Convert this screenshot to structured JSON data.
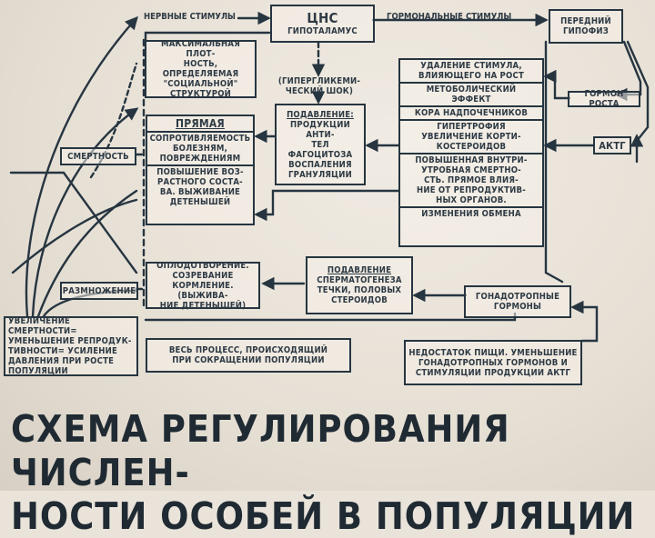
{
  "title": {
    "line1": "СХЕМА РЕГУЛИРОВАНИЯ ЧИСЛЕН-",
    "line2": "НОСТИ ОСОБЕЙ В ПОПУЛЯЦИИ"
  },
  "labels": {
    "nervous_stimuli": "НЕРВНЫЕ СТИМУЛЫ",
    "hormonal_stimuli": "ГОРМОНАЛЬНЫЕ СТИМУЛЫ",
    "mortality": "СМЕРТНОСТЬ",
    "reproduction": "РАЗМНОЖЕНИЕ"
  },
  "nodes": {
    "cns_title": "ЦНС",
    "cns_sub": "ГИПОТАЛАМУС",
    "pituitary_1": "ПЕРЕДНИЙ",
    "pituitary_2": "ГИПОФИЗ",
    "hypoglycemic_1": "(ГИПЕРГЛИКЕМИ-",
    "hypoglycemic_2": "ЧЕСКИЙ ШОК)",
    "density_1": "МАКСИМАЛЬНАЯ ПЛОТ-",
    "density_2": "НОСТЬ, ОПРЕДЕЛЯЕМАЯ",
    "density_3": "\"СОЦИАЛЬНОЙ\"",
    "density_4": "СТРУКТУРОЙ",
    "suppression_head": "ПОДАВЛЕНИЕ:",
    "suppression_1": "ПРОДУКЦИИ АНТИ-",
    "suppression_2": "ТЕЛ",
    "suppression_3": "ФАГОЦИТОЗА",
    "suppression_4": "ВОСПАЛЕНИЯ",
    "suppression_5": "ГРАНУЛЯЦИИ",
    "direct_head": "ПРЯМАЯ",
    "direct_1a": "СОПРОТИВЛЯЕМОСТЬ",
    "direct_1b": "БОЛЕЗНЯМ,",
    "direct_1c": "ПОВРЕЖДЕНИЯМ",
    "direct_2a": "ПОВЫШЕНИЕ ВОЗ-",
    "direct_2b": "РАСТНОГО СОСТА-",
    "direct_2c": "ВА. ВЫЖИВАНИЕ",
    "direct_2d": "ДЕТЕНЫШЕЙ",
    "r1a": "УДАЛЕНИЕ СТИМУЛА,",
    "r1b": "ВЛИЯЮЩЕГО НА РОСТ",
    "r2a": "МЕТОБОЛИЧЕСКИЙ",
    "r2b": "ЭФФЕКТ",
    "r3": "КОРА НАДПОЧЕЧНИКОВ",
    "r4a": "ГИПЕРТРОФИЯ",
    "r4b": "УВЕЛИЧЕНИЕ КОРТИ-",
    "r4c": "КОСТЕРОИДОВ",
    "r5a": "ПОВЫШЕННАЯ ВНУТРИ-",
    "r5b": "УТРОБНАЯ СМЕРТНО-",
    "r5c": "СТЬ. ПРЯМОЕ ВЛИЯ-",
    "r5d": "НИЕ ОТ РЕПРОДУКТИВ-",
    "r5e": "НЫХ ОРГАНОВ.",
    "r6": "ИЗМЕНЕНИЯ ОБМЕНА",
    "growth_hormone": "ГОРМОН РОСТА",
    "actg": "АКТГ",
    "fert_1": "ОПЛОДОТВОРЕНИЕ.",
    "fert_2": "СОЗРЕВАНИЕ",
    "fert_3": "КОРМЛЕНИЕ. (ВЫЖИВА-",
    "fert_4": "НИЕ ДЕТЕНЫШЕЙ)",
    "sperm_1": "ПОДАВЛЕНИЕ",
    "sperm_2": "СПЕРМАТОГЕНЕЗА",
    "sperm_3": "ТЕЧКИ, ПОЛОВЫХ",
    "sperm_4": "СТЕРОИДОВ",
    "gonad_1": "ГОНАДОТРОПНЫЕ",
    "gonad_2": "ГОРМОНЫ",
    "increase_1": "УВЕЛИЧЕНИЕ СМЕРТНОСТИ=",
    "increase_2": "УМЕНЬШЕНИЕ РЕПРОДУК-",
    "increase_3": "ТИВНОСТИ= УСИЛЕНИЕ",
    "increase_4": "ДАВЛЕНИЯ ПРИ РОСТЕ",
    "increase_5": "ПОПУЛЯЦИИ",
    "process_1": "ВЕСЬ ПРОЦЕСС, ПРОИСХОДЯЩИЙ",
    "process_2": "ПРИ СОКРАЩЕНИИ ПОПУЛЯЦИИ",
    "food_1": "НЕДОСТАТОК ПИЩИ. УМЕНЬШЕНИЕ",
    "food_2": "ГОНАДОТРОПНЫХ ГОРМОНОВ И",
    "food_3": "СТИМУЛЯЦИИ ПРОДУКЦИИ АКТГ"
  },
  "colors": {
    "ink": "#263540",
    "paper": "#e9e3da",
    "text": "#2e3a44"
  }
}
